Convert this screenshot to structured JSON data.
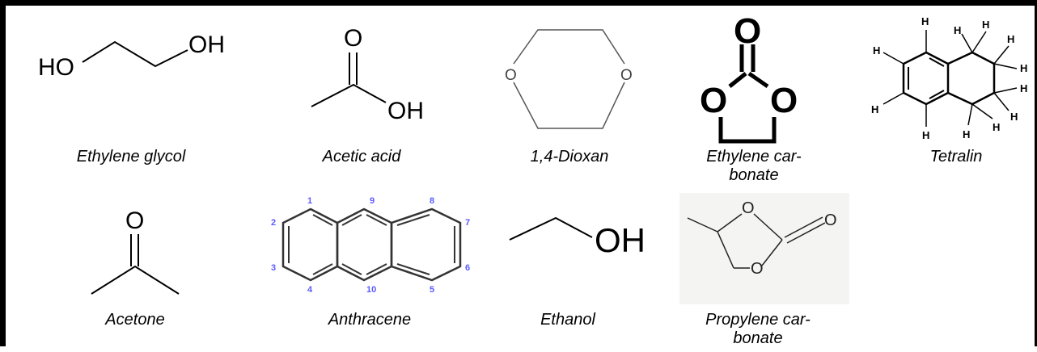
{
  "molecules": [
    {
      "name": "Ethylene glycol",
      "atoms": {
        "left": "HO",
        "right": "OH"
      }
    },
    {
      "name": "Acetic acid",
      "atoms": {
        "top": "O",
        "right": "OH"
      }
    },
    {
      "name": "1,4-Dioxan",
      "atoms": {
        "left": "O",
        "right": "O"
      }
    },
    {
      "name": "Ethylene car-\nbonate",
      "atoms": {
        "top": "O",
        "left": "O",
        "right": "O"
      }
    },
    {
      "name": "Tetralin",
      "atoms": {
        "h": "H"
      }
    },
    {
      "name": "Acetone",
      "atoms": {
        "top": "O"
      }
    },
    {
      "name": "Anthracene",
      "numbers": [
        "1",
        "9",
        "8",
        "2",
        "7",
        "3",
        "6",
        "4",
        "10",
        "5"
      ]
    },
    {
      "name": "Ethanol",
      "atoms": {
        "right": "OH"
      }
    },
    {
      "name": "Propylene car-\nbonate",
      "atoms": {
        "ring_top": "O",
        "carbonyl": "O",
        "ring_bottom": "O"
      }
    }
  ]
}
